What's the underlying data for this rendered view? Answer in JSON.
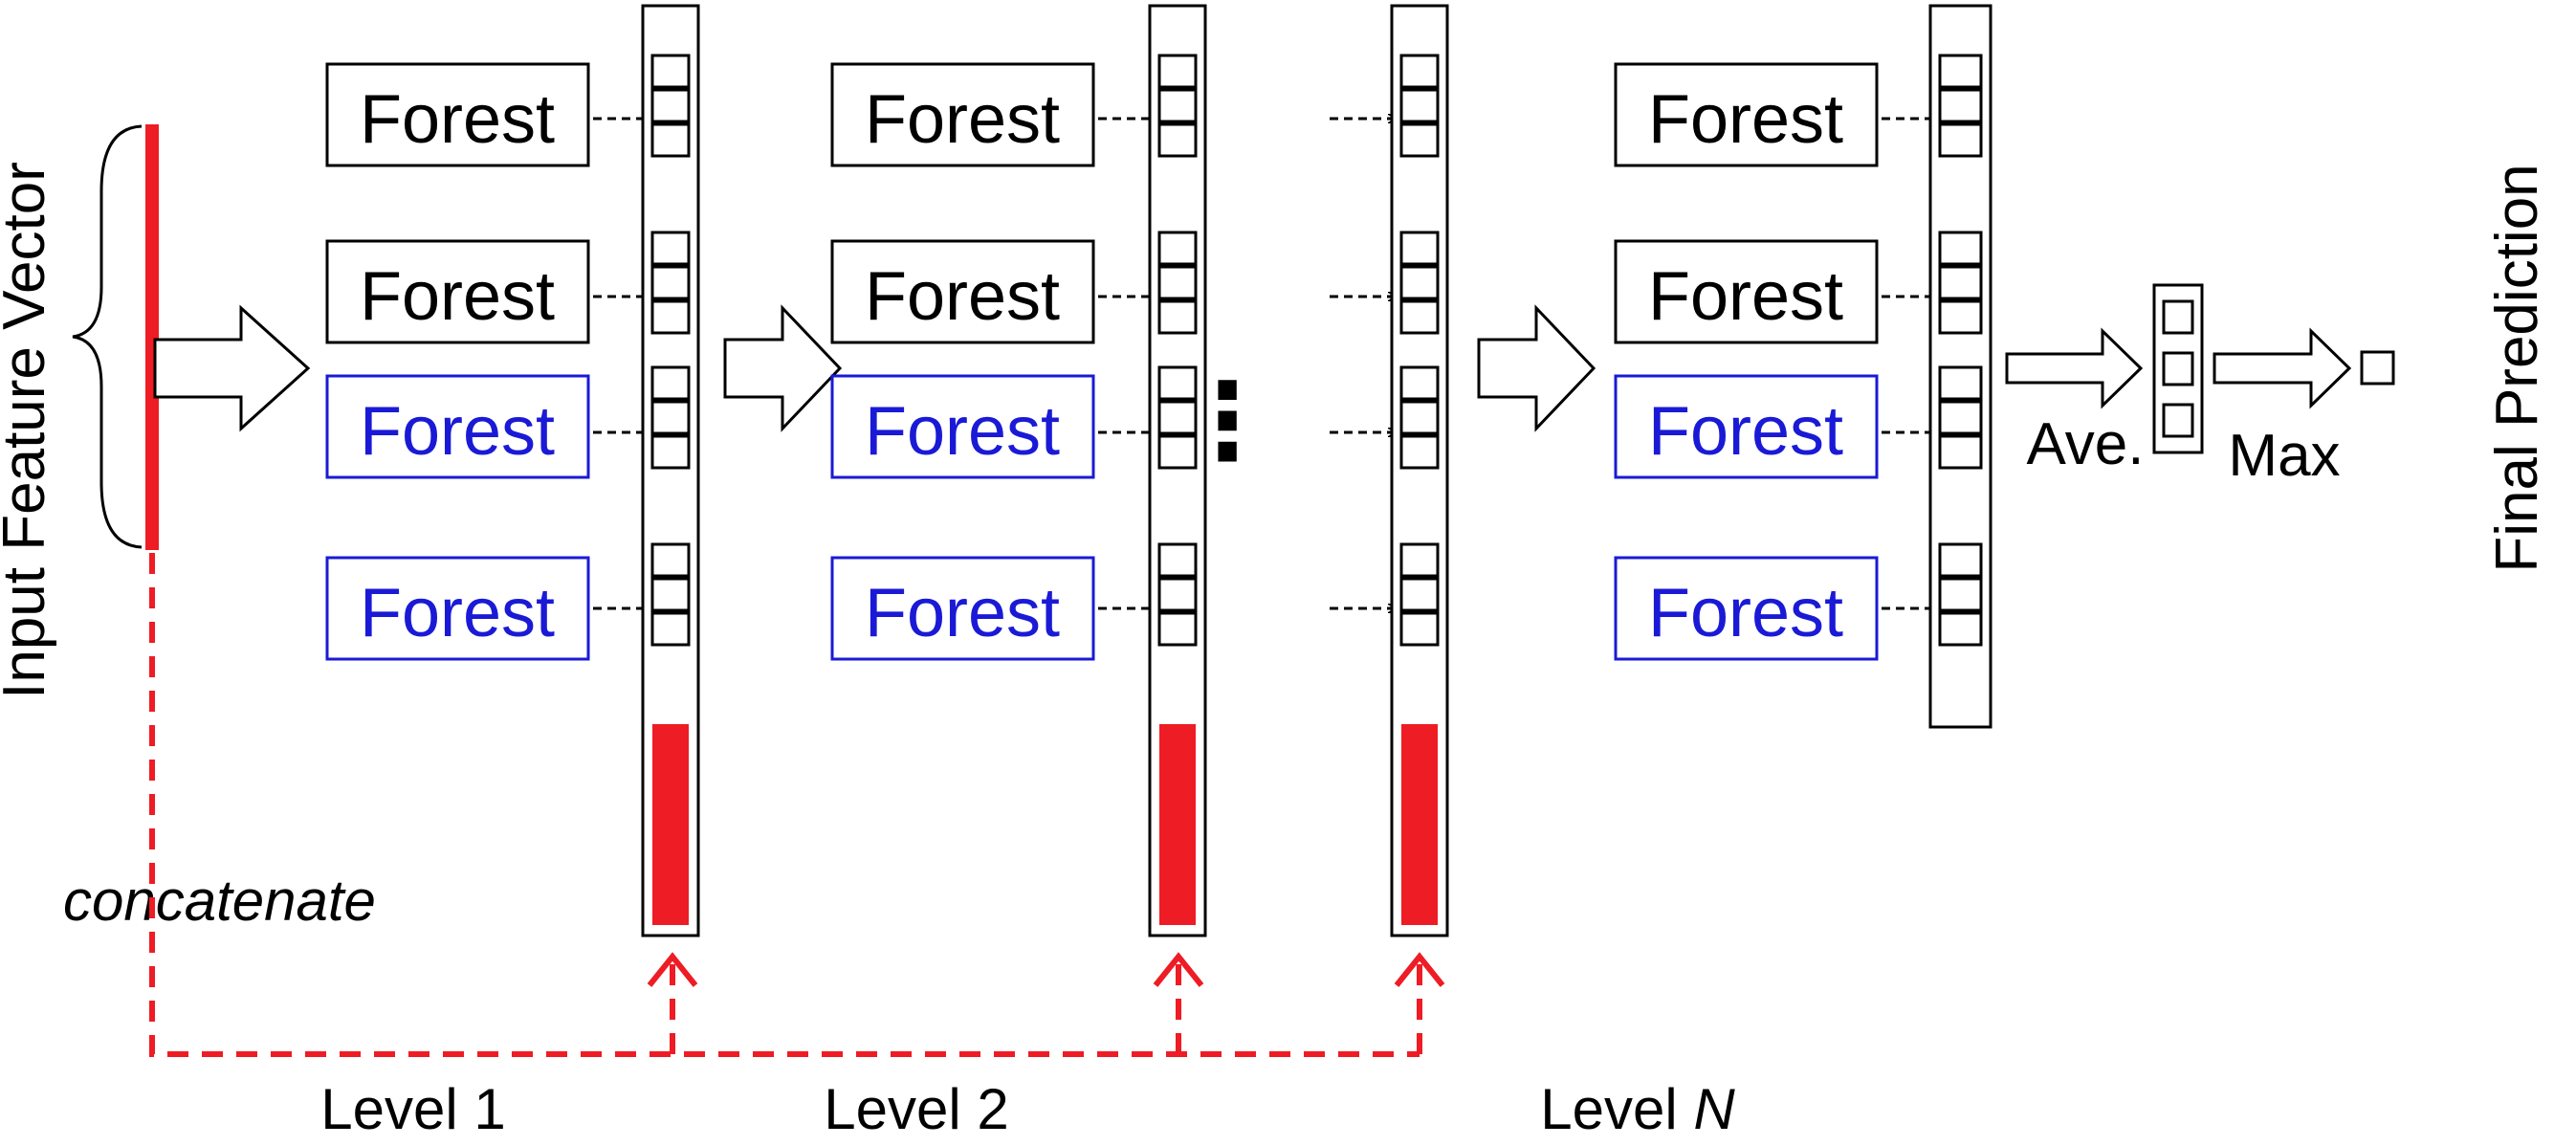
{
  "input_label": "Input Feature Vector",
  "concatenate_label": "concatenate",
  "colors": {
    "red": "#ee1c24",
    "blue": "#1a1ad6",
    "black": "#000000"
  },
  "forest_text": "Forest",
  "forest_colors": [
    "black",
    "black",
    "blue",
    "blue"
  ],
  "levels": [
    {
      "label_prefix": "Level ",
      "label_suffix": "1"
    },
    {
      "label_prefix": "Level ",
      "label_suffix": "2"
    },
    {
      "label_prefix": "Level ",
      "label_suffix": "N"
    }
  ],
  "continuation": "⋮",
  "average_label": "Ave.",
  "max_label": "Max",
  "output_label": "Final Prediction"
}
